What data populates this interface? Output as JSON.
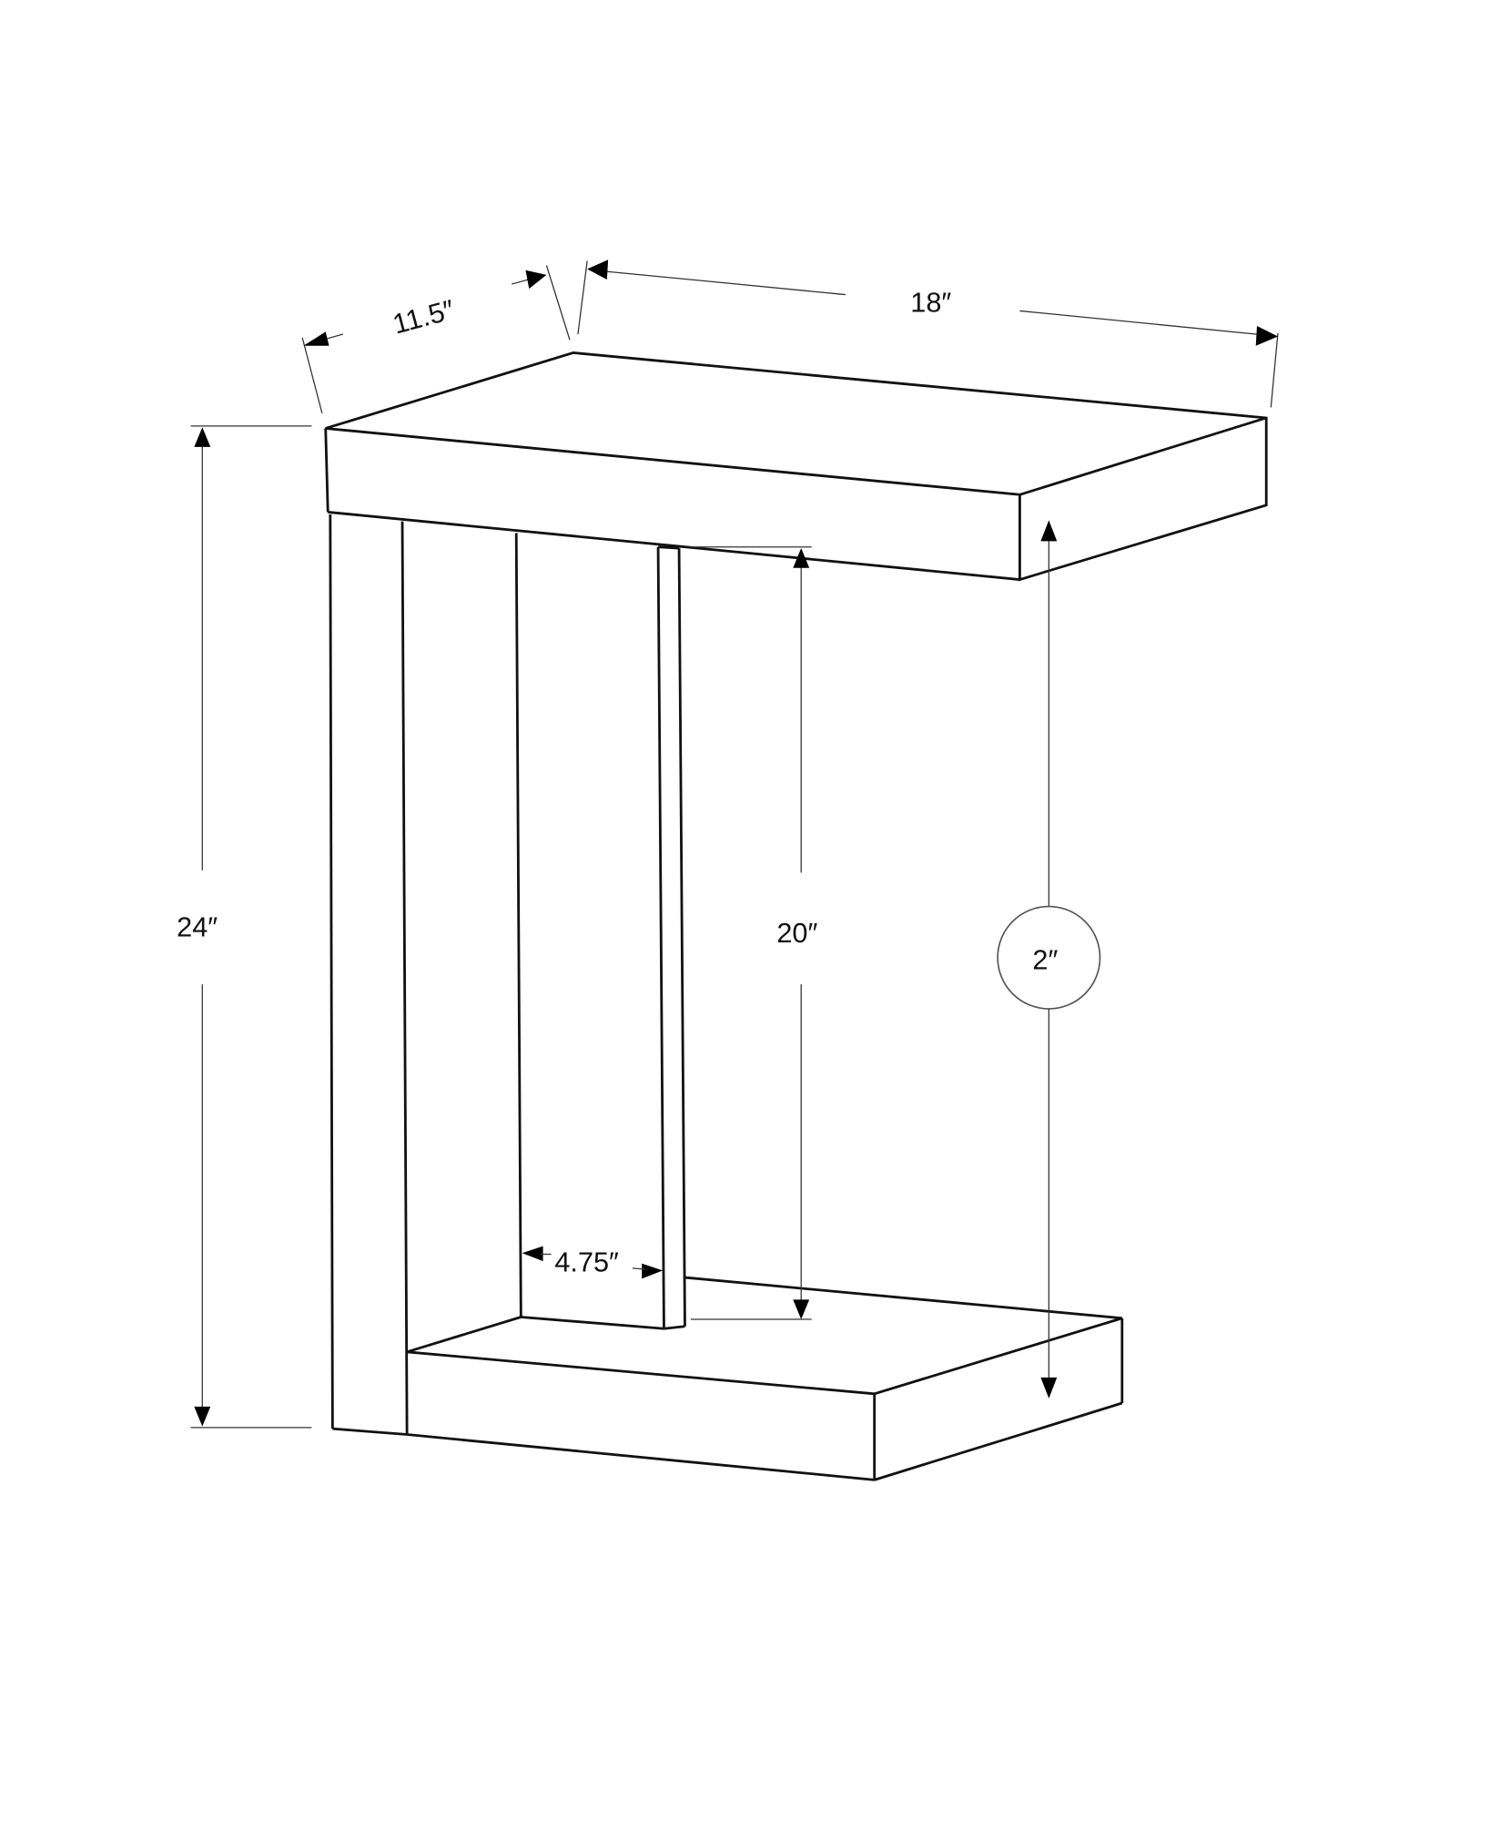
{
  "diagram": {
    "subject": "C-shaped side table line drawing with dimensions",
    "colors": {
      "line": "#111111",
      "dimension_line": "#333333",
      "background": "#ffffff"
    },
    "dimensions": {
      "depth": "11.5″",
      "width": "18″",
      "height": "24″",
      "clearance_height": "20″",
      "panel_gap": "4.75″",
      "top_thickness": "2″"
    }
  }
}
